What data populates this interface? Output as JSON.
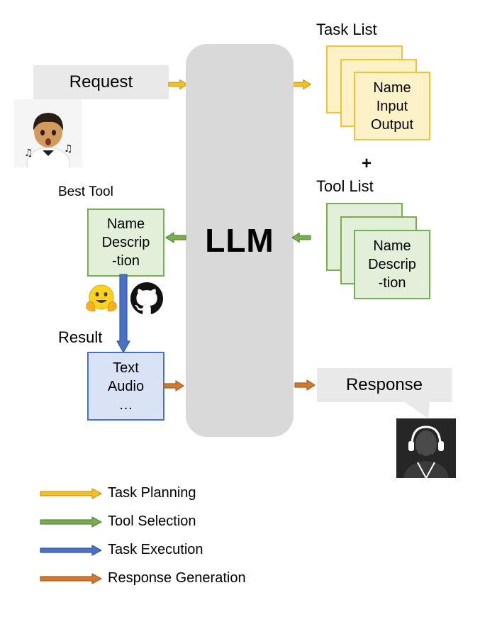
{
  "request_label": "Request",
  "response_label": "Response",
  "llm_label": "LLM",
  "task_list": {
    "title": "Task List",
    "fields": [
      "Name",
      "Input",
      "Output"
    ]
  },
  "plus_sign": "+",
  "tool_list": {
    "title": "Tool List",
    "fields": [
      "Name",
      "Descrip",
      "-tion"
    ]
  },
  "best_tool": {
    "title": "Best Tool",
    "fields": [
      "Name",
      "Descrip",
      "-tion"
    ]
  },
  "result": {
    "title": "Result",
    "fields": [
      "Text",
      "Audio",
      "…"
    ]
  },
  "legend": [
    {
      "label": "Task Planning",
      "color": "#f2c029"
    },
    {
      "label": "Tool Selection",
      "color": "#78ad52"
    },
    {
      "label": "Task Execution",
      "color": "#4a72c4"
    },
    {
      "label": "Response Generation",
      "color": "#d07a30"
    }
  ],
  "icons": {
    "user": "user-avatar-icon",
    "assistant": "assistant-avatar-icon",
    "huggingface": "hugging-face-icon",
    "github": "github-icon"
  },
  "colors": {
    "yellow_fill": "#fdf1c8",
    "yellow_border": "#f0c43a",
    "green_fill": "#e2efd9",
    "green_border": "#78ad52",
    "blue_fill": "#dae3f5",
    "blue_border": "#4a72c4",
    "llm_fill": "#d9d9d9",
    "bubble_fill": "#e9e9e9"
  }
}
